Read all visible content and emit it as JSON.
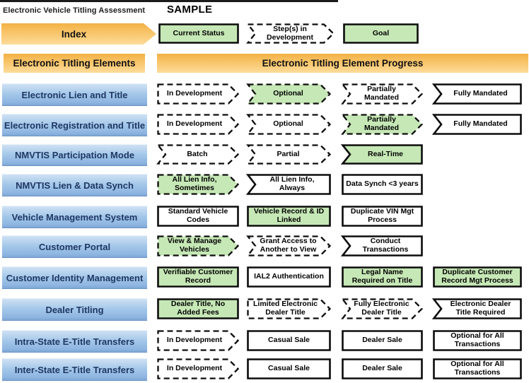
{
  "header": {
    "title": "Electronic Vehicle Titling  Assessment",
    "watermark": "SAMPLE"
  },
  "colors": {
    "green": "#c6e8b6",
    "white": "#ffffff",
    "stroke": "#0d0d0d",
    "orange_top": "#f2b145",
    "orange_bottom": "#fddc9c",
    "blue_top": "#cfe1f4",
    "blue_bottom": "#7fa7d6",
    "blue_text": "#1f3864"
  },
  "rows": [
    {
      "label": "Index",
      "style": "index-arrow",
      "items": [
        {
          "label": "Current Status",
          "shape": "rect",
          "fill": "green",
          "border": "solid"
        },
        {
          "label": "Step(s) in Development",
          "shape": "chevron",
          "fill": "white",
          "border": "dashed"
        },
        {
          "label": "Goal",
          "shape": "rect",
          "fill": "green",
          "border": "solid"
        }
      ]
    },
    {
      "label": "Electronic Titling Elements",
      "style": "orange-box",
      "banner": "Electronic Titling Element Progress",
      "items": []
    },
    {
      "label": "Electronic Lien and Title",
      "style": "blue",
      "items": [
        {
          "label": "In Development",
          "shape": "arrow",
          "fill": "white",
          "border": "dashed"
        },
        {
          "label": "Optional",
          "shape": "chevron",
          "fill": "green",
          "border": "dashed"
        },
        {
          "label": "Partially Mandated",
          "shape": "chevron",
          "fill": "white",
          "border": "dashed"
        },
        {
          "label": "Fully Mandated",
          "shape": "notchflag",
          "fill": "white",
          "border": "solid"
        }
      ]
    },
    {
      "label": "Electronic Registration and Title",
      "style": "blue",
      "items": [
        {
          "label": "In Development",
          "shape": "arrow",
          "fill": "white",
          "border": "dashed"
        },
        {
          "label": "Optional",
          "shape": "chevron",
          "fill": "white",
          "border": "dashed"
        },
        {
          "label": "Partially Mandated",
          "shape": "chevron",
          "fill": "green",
          "border": "dashed"
        },
        {
          "label": "Fully Mandated",
          "shape": "notchflag",
          "fill": "white",
          "border": "solid"
        }
      ]
    },
    {
      "label": "NMVTIS Participation Mode",
      "style": "blue",
      "items": [
        {
          "label": "Batch",
          "shape": "chevron",
          "fill": "white",
          "border": "dashed"
        },
        {
          "label": "Partial",
          "shape": "chevron",
          "fill": "white",
          "border": "dashed"
        },
        {
          "label": "Real-Time",
          "shape": "notchflag",
          "fill": "green",
          "border": "solid"
        }
      ]
    },
    {
      "label": "NMVTIS Lien & Data Synch",
      "style": "blue",
      "items": [
        {
          "label": "All Lien Info, Sometimes",
          "shape": "arrow",
          "fill": "green",
          "border": "dashed"
        },
        {
          "label": "All  Lien Info, Always",
          "shape": "notchflag",
          "fill": "white",
          "border": "solid"
        },
        {
          "label": "Data Synch <3 years",
          "shape": "rect",
          "fill": "white",
          "border": "solid"
        }
      ]
    },
    {
      "label": "Vehicle Management System",
      "style": "blue",
      "items": [
        {
          "label": "Standard Vehicle Codes",
          "shape": "rect",
          "fill": "white",
          "border": "solid"
        },
        {
          "label": "Vehicle Record & ID Linked",
          "shape": "rect",
          "fill": "green",
          "border": "solid"
        },
        {
          "label": "Duplicate VIN Mgt Process",
          "shape": "rect",
          "fill": "white",
          "border": "solid"
        }
      ]
    },
    {
      "label": "Customer Portal",
      "style": "blue",
      "items": [
        {
          "label": "View & Manage Vehicles",
          "shape": "arrow",
          "fill": "green",
          "border": "dashed"
        },
        {
          "label": "Grant Access to Another to View",
          "shape": "chevron",
          "fill": "white",
          "border": "dashed"
        },
        {
          "label": "Conduct Transactions",
          "shape": "notchflag",
          "fill": "white",
          "border": "solid"
        }
      ]
    },
    {
      "label": "Customer Identity Management",
      "style": "blue",
      "items": [
        {
          "label": "Verifiable Customer Record",
          "shape": "rect",
          "fill": "green",
          "border": "solid"
        },
        {
          "label": "IAL2 Authentication",
          "shape": "rect",
          "fill": "white",
          "border": "solid"
        },
        {
          "label": "Legal Name Required on Title",
          "shape": "rect",
          "fill": "green",
          "border": "solid"
        },
        {
          "label": "Duplicate Customer Record Mgt Process",
          "shape": "rect",
          "fill": "green",
          "border": "solid"
        }
      ]
    },
    {
      "label": "Dealer Titling",
      "style": "blue",
      "items": [
        {
          "label": "Dealer Title, No Added Fees",
          "shape": "rect",
          "fill": "green",
          "border": "solid"
        },
        {
          "label": "Limited Electronic Dealer Title",
          "shape": "arrow",
          "fill": "white",
          "border": "dashed"
        },
        {
          "label": "Fully Electronic Dealer Title",
          "shape": "chevron",
          "fill": "white",
          "border": "dashed"
        },
        {
          "label": "Electronic Dealer Title Required",
          "shape": "notchflag",
          "fill": "white",
          "border": "solid"
        }
      ]
    },
    {
      "label": "Intra-State E-Title Transfers",
      "style": "blue",
      "items": [
        {
          "label": "In Development",
          "shape": "arrow",
          "fill": "white",
          "border": "dashed"
        },
        {
          "label": "Casual Sale",
          "shape": "rect",
          "fill": "white",
          "border": "solid"
        },
        {
          "label": "Dealer Sale",
          "shape": "rect",
          "fill": "white",
          "border": "solid"
        },
        {
          "label": "Optional for All Transactions",
          "shape": "rect",
          "fill": "white",
          "border": "solid"
        }
      ]
    },
    {
      "label": "Inter-State E-Title Transfers",
      "style": "blue",
      "items": [
        {
          "label": "In Development",
          "shape": "arrow",
          "fill": "white",
          "border": "dashed"
        },
        {
          "label": "Casual Sale",
          "shape": "rect",
          "fill": "white",
          "border": "solid"
        },
        {
          "label": "Dealer Sale",
          "shape": "rect",
          "fill": "white",
          "border": "solid"
        },
        {
          "label": "Optional for All Transactions",
          "shape": "rect",
          "fill": "white",
          "border": "solid"
        }
      ]
    }
  ]
}
